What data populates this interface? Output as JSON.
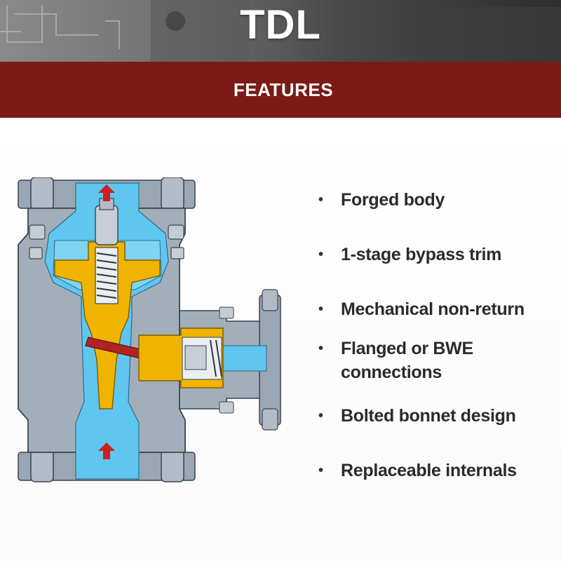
{
  "header": {
    "title": "TDL"
  },
  "band": {
    "label": "FEATURES"
  },
  "features": [
    "Forged body",
    "1-stage bypass trim",
    "Mechanical non-return",
    "Flanged or BWE connections",
    "Bolted bonnet design",
    "Replaceable internals"
  ],
  "colors": {
    "band": "#7b1a16",
    "valve_body": "#9aa6b3",
    "flow_channel": "#5fc6ef",
    "trim": "#f0b400",
    "lever": "#b22222",
    "arrow": "#d11f1f"
  },
  "icons": {
    "bullet": "•",
    "flow_arrow": "up-arrow-icon"
  }
}
